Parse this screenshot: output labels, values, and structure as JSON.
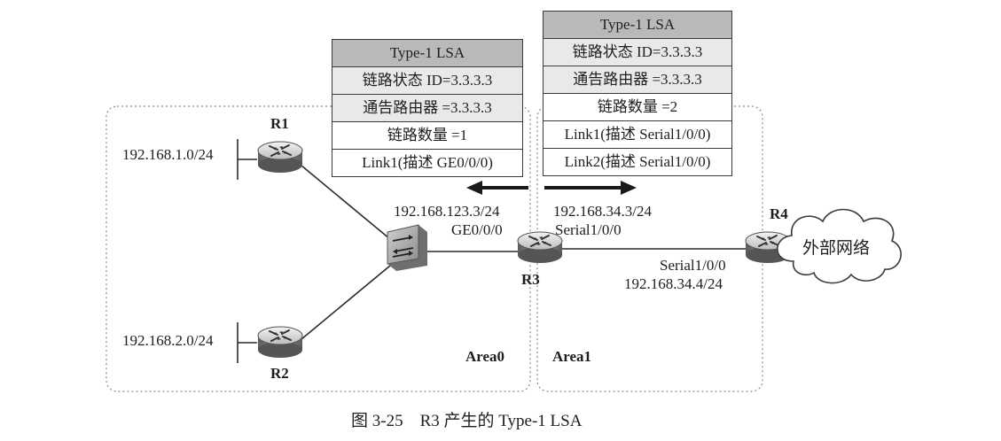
{
  "lsa_area0": {
    "title": "Type-1 LSA",
    "rows": [
      "链路状态 ID=3.3.3.3",
      "通告路由器 =3.3.3.3",
      "链路数量 =1",
      "Link1(描述 GE0/0/0)"
    ]
  },
  "lsa_area1": {
    "title": "Type-1 LSA",
    "rows": [
      "链路状态 ID=3.3.3.3",
      "通告路由器 =3.3.3.3",
      "链路数量 =2",
      "Link1(描述 Serial1/0/0)",
      "Link2(描述 Serial1/0/0)"
    ]
  },
  "routers": {
    "r1": "R1",
    "r2": "R2",
    "r3": "R3",
    "r4": "R4"
  },
  "networks": {
    "r1_net": "192.168.1.0/24",
    "r2_net": "192.168.2.0/24"
  },
  "r3_ge": {
    "ip": "192.168.123.3/24",
    "if": "GE0/0/0"
  },
  "r3_serial": {
    "ip": "192.168.34.3/24",
    "if": "Serial1/0/0"
  },
  "r4_serial": {
    "if": "Serial1/0/0",
    "ip": "192.168.34.4/24"
  },
  "external": "外部网络",
  "areas": {
    "area0": "Area0",
    "area1": "Area1"
  },
  "caption": "图 3-25    R3 产生的 Type-1 LSA",
  "colors": {
    "line": "#2a2a2a",
    "router_top": "#dcdcdc",
    "router_body": "#7a7a7a",
    "lsa_head": "#b9b9b9",
    "lsa_shade": "#e9e9e9"
  }
}
